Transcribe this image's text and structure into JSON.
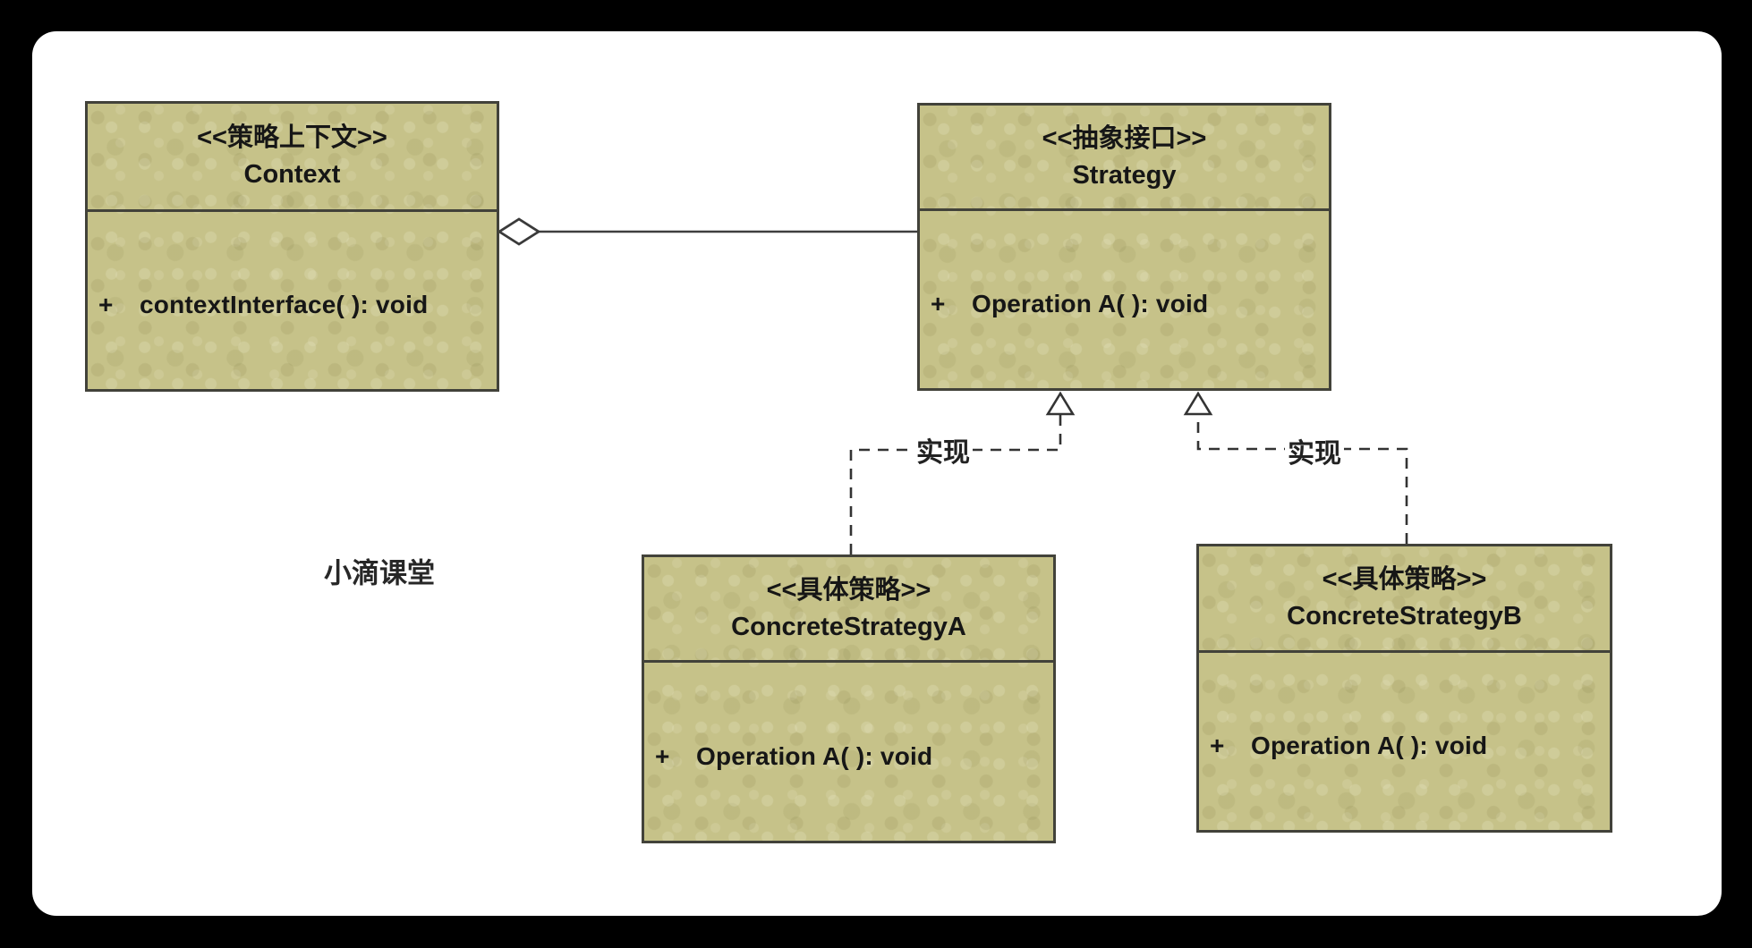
{
  "frame": {
    "background": "#000000",
    "panel_background": "#ffffff"
  },
  "watermark": "小滴课堂",
  "classes": {
    "context": {
      "stereotype": "<<策略上下文>>",
      "name": "Context",
      "methods": [
        {
          "visibility": "+",
          "signature": "contextInterface( ): void"
        }
      ]
    },
    "strategy": {
      "stereotype": "<<抽象接口>>",
      "name": "Strategy",
      "methods": [
        {
          "visibility": "+",
          "signature": "Operation A( ): void"
        }
      ]
    },
    "concrete_a": {
      "stereotype": "<<具体策略>>",
      "name": "ConcreteStrategyA",
      "methods": [
        {
          "visibility": "+",
          "signature": "Operation A( ): void"
        }
      ]
    },
    "concrete_b": {
      "stereotype": "<<具体策略>>",
      "name": "ConcreteStrategyB",
      "methods": [
        {
          "visibility": "+",
          "signature": "Operation A( ): void"
        }
      ]
    }
  },
  "edges": {
    "aggregation": {
      "type": "aggregation",
      "from": "Context",
      "to": "Strategy"
    },
    "realization_a": {
      "type": "realization",
      "label": "实现",
      "from": "ConcreteStrategyA",
      "to": "Strategy"
    },
    "realization_b": {
      "type": "realization",
      "label": "实现",
      "from": "ConcreteStrategyB",
      "to": "Strategy"
    }
  },
  "colors": {
    "box_fill": "#c6c289",
    "box_border": "#42423a",
    "line": "#3f3f3f",
    "text": "#161616"
  }
}
